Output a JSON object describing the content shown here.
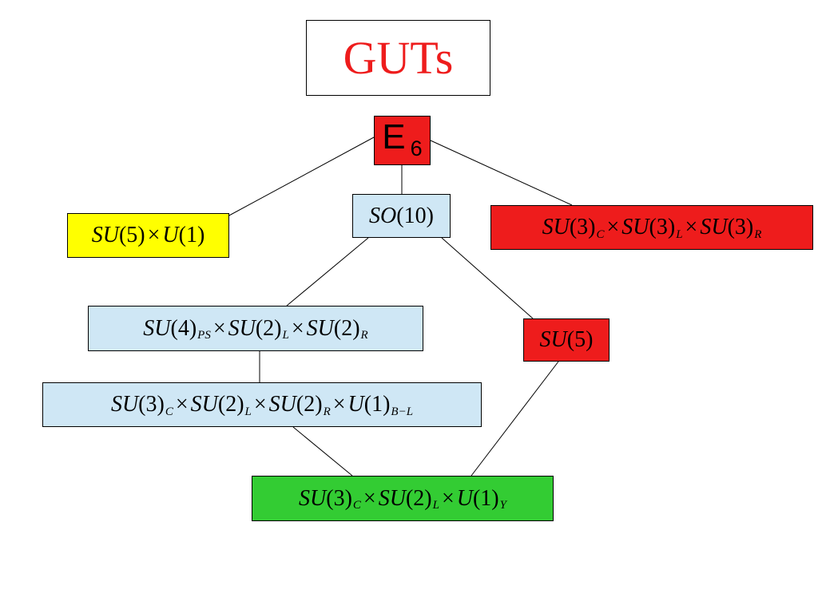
{
  "title": "GUTs",
  "colors": {
    "title_text": "#ee1c1c",
    "red_node": "#ee1c1c",
    "yellow_node": "#ffff00",
    "blue_node": "#cfe7f5",
    "green_node": "#33cc33",
    "line": "#000000"
  },
  "nodes": {
    "e6": {
      "main": "E",
      "sub": "6",
      "color": "#ee1c1c"
    },
    "su5u1": {
      "t1": "SU",
      "t2": "(5)",
      "op1": "×",
      "t3": "U",
      "t4": "(1)",
      "color": "#ffff00"
    },
    "so10": {
      "t1": "SO",
      "t2": "(10)",
      "color": "#cfe7f5"
    },
    "trinification": {
      "t1": "SU",
      "t2": "(3)",
      "s1": "C",
      "op1": "×",
      "t3": "SU",
      "t4": "(3)",
      "s2": "L",
      "op2": "×",
      "t5": "SU",
      "t6": "(3)",
      "s3": "R",
      "color": "#ee1c1c"
    },
    "pati_salam": {
      "t1": "SU",
      "t2": "(4)",
      "s1": "PS",
      "op1": "×",
      "t3": "SU",
      "t4": "(2)",
      "s2": "L",
      "op2": "×",
      "t5": "SU",
      "t6": "(2)",
      "s3": "R",
      "color": "#cfe7f5"
    },
    "su5": {
      "t1": "SU",
      "t2": "(5)",
      "color": "#ee1c1c"
    },
    "left_right": {
      "t1": "SU",
      "t2": "(3)",
      "s1": "C",
      "op1": "×",
      "t3": "SU",
      "t4": "(2)",
      "s2": "L",
      "op2": "×",
      "t5": "SU",
      "t6": "(2)",
      "s3": "R",
      "op3": "×",
      "t7": "U",
      "t8": "(1)",
      "s4": "B−L",
      "color": "#cfe7f5"
    },
    "standard_model": {
      "t1": "SU",
      "t2": "(3)",
      "s1": "C",
      "op1": "×",
      "t3": "SU",
      "t4": "(2)",
      "s2": "L",
      "op2": "×",
      "t5": "U",
      "t6": "(1)",
      "s3": "Y",
      "color": "#33cc33"
    }
  },
  "edges": [
    {
      "from": "e6",
      "to": "su5u1"
    },
    {
      "from": "e6",
      "to": "so10"
    },
    {
      "from": "e6",
      "to": "trinification"
    },
    {
      "from": "so10",
      "to": "pati_salam"
    },
    {
      "from": "so10",
      "to": "su5"
    },
    {
      "from": "pati_salam",
      "to": "left_right"
    },
    {
      "from": "left_right",
      "to": "standard_model"
    },
    {
      "from": "su5",
      "to": "standard_model"
    }
  ]
}
